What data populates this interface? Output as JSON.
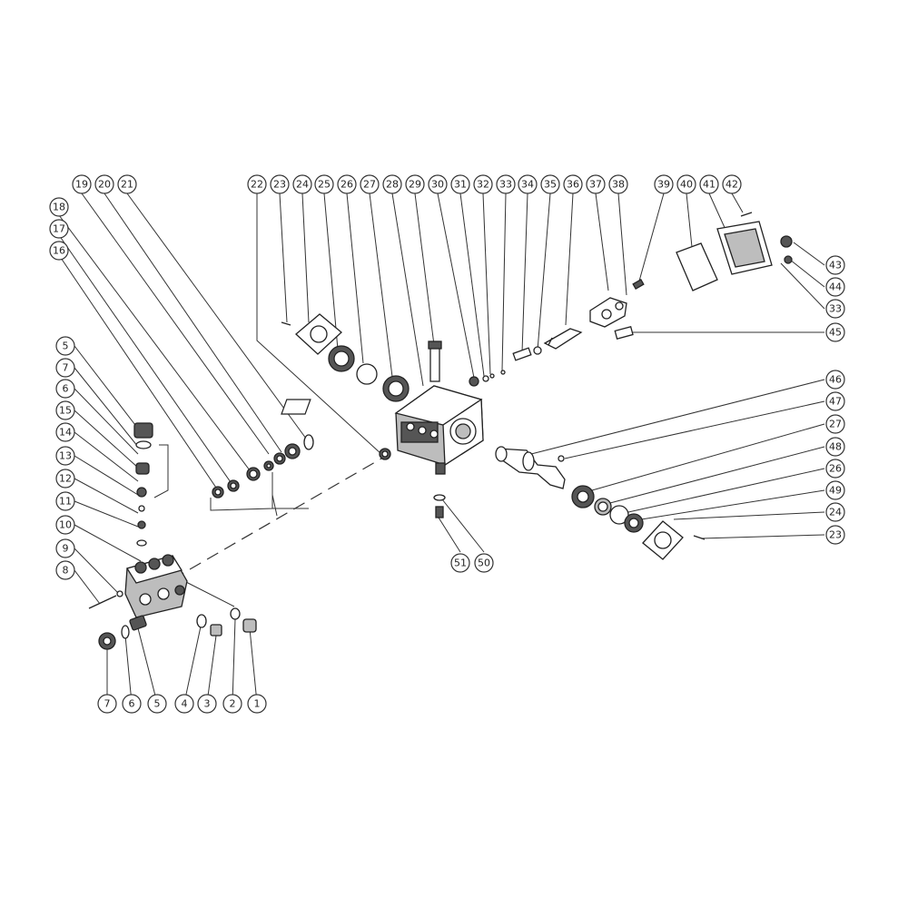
{
  "callouts": [
    {
      "id": "c22",
      "label": "22"
    },
    {
      "id": "c23",
      "label": "23"
    },
    {
      "id": "c24",
      "label": "24"
    },
    {
      "id": "c25",
      "label": "25"
    },
    {
      "id": "c26",
      "label": "26"
    },
    {
      "id": "c27",
      "label": "27"
    },
    {
      "id": "c28",
      "label": "28"
    },
    {
      "id": "c29",
      "label": "29"
    },
    {
      "id": "c30",
      "label": "30"
    },
    {
      "id": "c31",
      "label": "31"
    },
    {
      "id": "c32",
      "label": "32"
    },
    {
      "id": "c33",
      "label": "33"
    },
    {
      "id": "c34",
      "label": "34"
    },
    {
      "id": "c35",
      "label": "35"
    },
    {
      "id": "c36",
      "label": "36"
    },
    {
      "id": "c37",
      "label": "37"
    },
    {
      "id": "c38",
      "label": "38"
    },
    {
      "id": "c39",
      "label": "39"
    },
    {
      "id": "c40",
      "label": "40"
    },
    {
      "id": "c41",
      "label": "41"
    },
    {
      "id": "c42",
      "label": "42"
    },
    {
      "id": "c43",
      "label": "43"
    },
    {
      "id": "c44",
      "label": "44"
    },
    {
      "id": "c33b",
      "label": "33"
    },
    {
      "id": "c45",
      "label": "45"
    },
    {
      "id": "c46",
      "label": "46"
    },
    {
      "id": "c47",
      "label": "47"
    },
    {
      "id": "c27b",
      "label": "27"
    },
    {
      "id": "c48",
      "label": "48"
    },
    {
      "id": "c26b",
      "label": "26"
    },
    {
      "id": "c49",
      "label": "49"
    },
    {
      "id": "c24b",
      "label": "24"
    },
    {
      "id": "c23b",
      "label": "23"
    },
    {
      "id": "c51",
      "label": "51"
    },
    {
      "id": "c50",
      "label": "50"
    },
    {
      "id": "c19",
      "label": "19"
    },
    {
      "id": "c20",
      "label": "20"
    },
    {
      "id": "c21",
      "label": "21"
    },
    {
      "id": "c18",
      "label": "18"
    },
    {
      "id": "c17",
      "label": "17"
    },
    {
      "id": "c16",
      "label": "16"
    },
    {
      "id": "c5",
      "label": "5"
    },
    {
      "id": "c7",
      "label": "7"
    },
    {
      "id": "c6",
      "label": "6"
    },
    {
      "id": "c15",
      "label": "15"
    },
    {
      "id": "c14",
      "label": "14"
    },
    {
      "id": "c13",
      "label": "13"
    },
    {
      "id": "c12",
      "label": "12"
    },
    {
      "id": "c11",
      "label": "11"
    },
    {
      "id": "c10",
      "label": "10"
    },
    {
      "id": "c9",
      "label": "9"
    },
    {
      "id": "c8",
      "label": "8"
    },
    {
      "id": "c7b",
      "label": "7"
    },
    {
      "id": "c6b",
      "label": "6"
    },
    {
      "id": "c5b",
      "label": "5"
    },
    {
      "id": "c4",
      "label": "4"
    },
    {
      "id": "c3",
      "label": "3"
    },
    {
      "id": "c2",
      "label": "2"
    },
    {
      "id": "c1",
      "label": "1"
    }
  ]
}
